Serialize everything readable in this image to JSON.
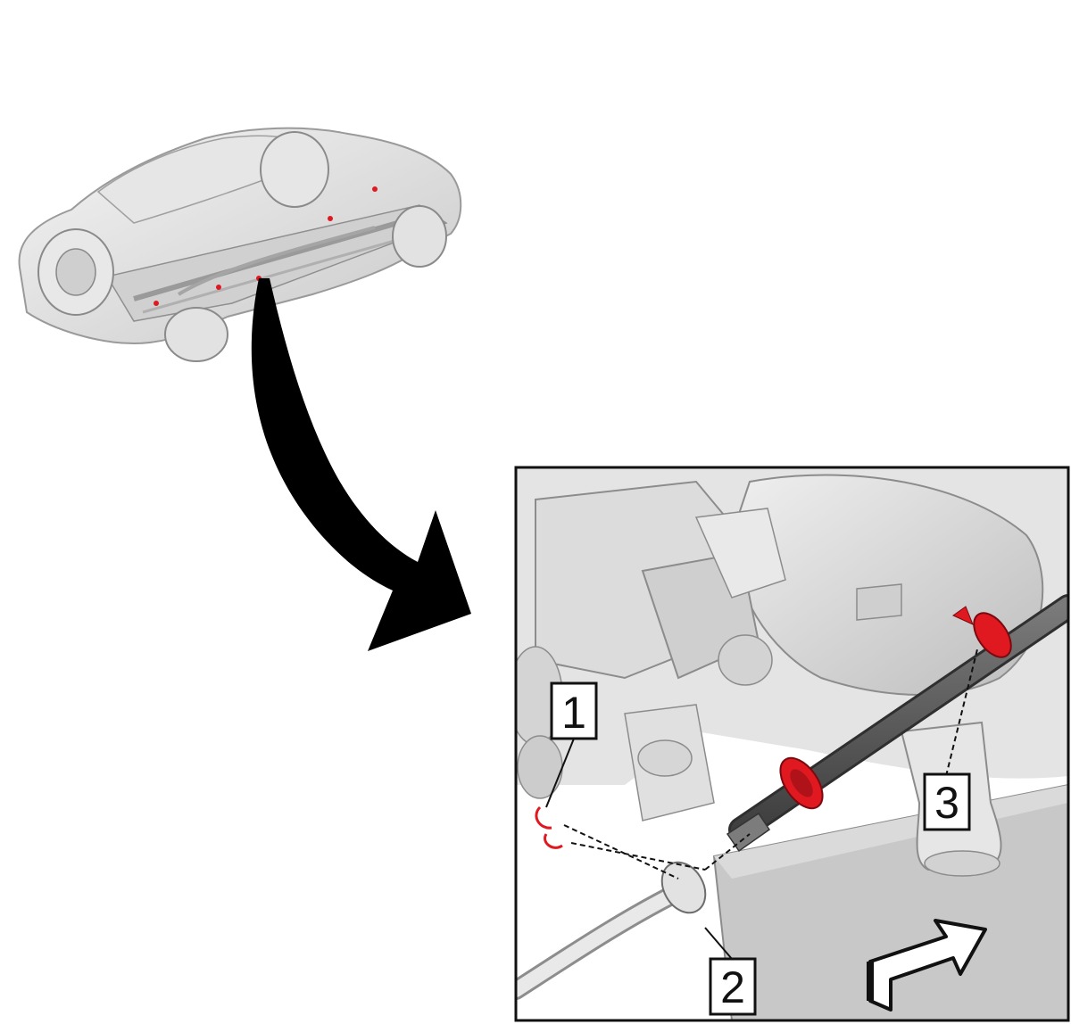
{
  "diagram": {
    "callouts": [
      {
        "id": "1",
        "label": "1"
      },
      {
        "id": "2",
        "label": "2"
      },
      {
        "id": "3",
        "label": "3"
      }
    ],
    "colors": {
      "highlight_red": "#e01820",
      "part_gray": "#d9d9d9",
      "outline": "#111111",
      "hose_dark": "#5a5a5a"
    },
    "icons": {
      "overview": "vehicle-underbody-overview",
      "pointer": "curved-pointer-arrow",
      "direction": "forward-direction-arrow"
    }
  }
}
